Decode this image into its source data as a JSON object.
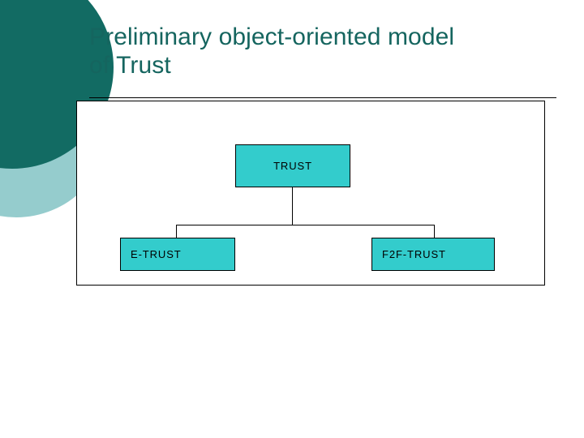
{
  "slide": {
    "title": "Preliminary object-oriented model\nof Trust",
    "background_color": "#ffffff"
  },
  "decor": {
    "dark_circle": {
      "name": "dark-teal-circle",
      "color": "#126b63"
    },
    "light_circle": {
      "name": "light-teal-circle",
      "color": "#95cccd"
    }
  },
  "theme": {
    "title_color": "#15655f",
    "node_fill": "#33cccc",
    "node_border": "#000000",
    "frame_border": "#000000",
    "connector_color": "#000000"
  },
  "chart_data": {
    "type": "diagram",
    "diagram_kind": "object-oriented-class-hierarchy",
    "title": "Preliminary object-oriented model of Trust",
    "nodes": [
      {
        "id": "trust",
        "label": "TRUST",
        "level": 0,
        "text_align": "center"
      },
      {
        "id": "etrust",
        "label": "E-TRUST",
        "level": 1,
        "text_align": "left"
      },
      {
        "id": "f2ftrust",
        "label": "F2F-TRUST",
        "level": 1,
        "text_align": "left"
      }
    ],
    "edges": [
      {
        "from": "trust",
        "to": "etrust"
      },
      {
        "from": "trust",
        "to": "f2ftrust"
      }
    ],
    "legend": [],
    "annotations": []
  },
  "diagram": {
    "root": {
      "label": "TRUST"
    },
    "children": [
      {
        "label": "E-TRUST"
      },
      {
        "label": "F2F-TRUST"
      }
    ]
  }
}
